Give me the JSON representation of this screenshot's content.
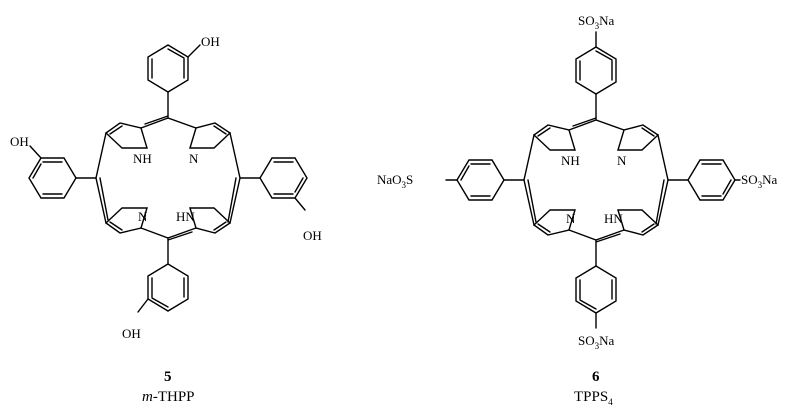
{
  "compounds": [
    {
      "number": "5",
      "name_prefix": "m",
      "name_suffix": "-THPP",
      "substituent": "OH",
      "core_labels": {
        "nh": "NH",
        "n": "N",
        "hn": "HN"
      }
    },
    {
      "number": "6",
      "name_main": "TPPS",
      "name_sub": "4",
      "substituent": {
        "so": "SO",
        "sub": "3",
        "na": "Na",
        "na_prefix": "NaO",
        "s": "S"
      },
      "core_labels": {
        "nh": "NH",
        "n": "N",
        "hn": "HN"
      }
    }
  ]
}
